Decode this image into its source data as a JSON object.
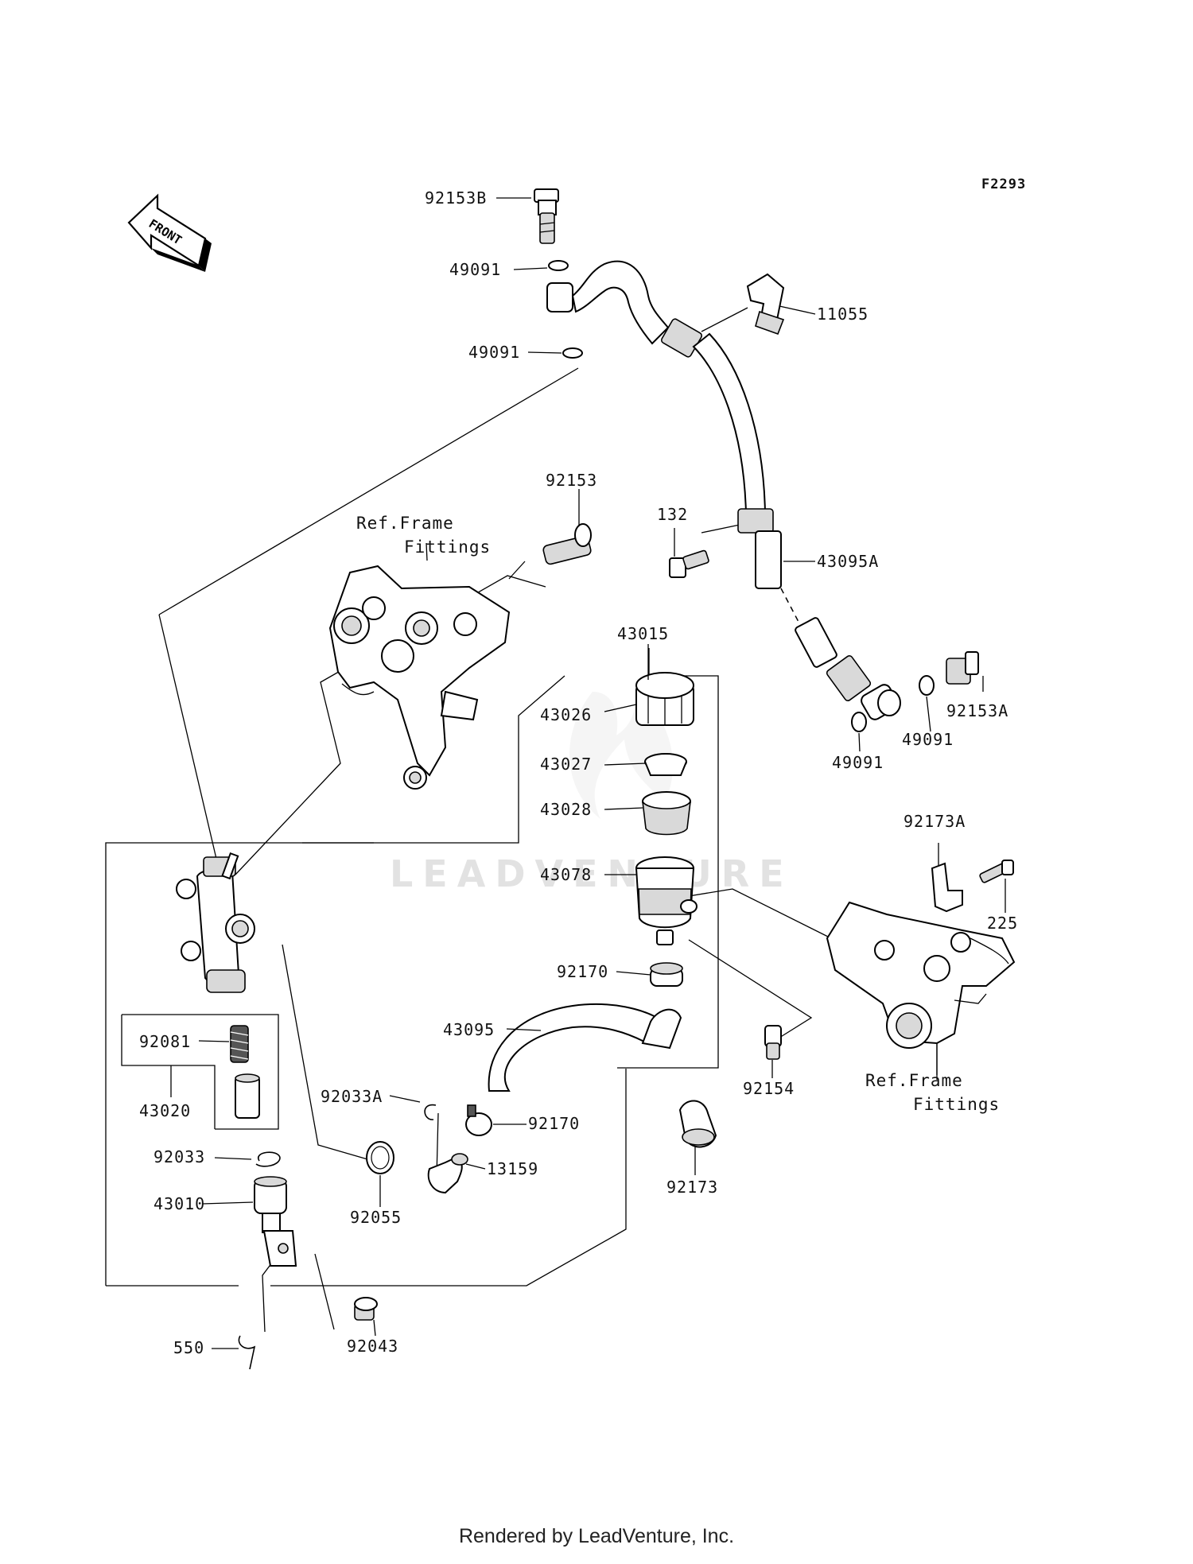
{
  "figure_code": "F2293",
  "front_label": "FRONT",
  "watermark": "LEADVENTURE",
  "footer": "Rendered by LeadVenture, Inc.",
  "ref_notes": [
    {
      "line1": "Ref.Frame",
      "line2": "Fittings"
    },
    {
      "line1": "Ref.Frame",
      "line2": "Fittings"
    }
  ],
  "part_labels": [
    "92153B",
    "49091",
    "49091",
    "11055",
    "92153",
    "132",
    "43095A",
    "43015",
    "43026",
    "43027",
    "43028",
    "43078",
    "92153A",
    "49091",
    "49091",
    "92173A",
    "225",
    "92170",
    "43095",
    "92154",
    "92081",
    "43020",
    "92033A",
    "92170",
    "13159",
    "92033",
    "92055",
    "43010",
    "92173",
    "550",
    "92043"
  ]
}
